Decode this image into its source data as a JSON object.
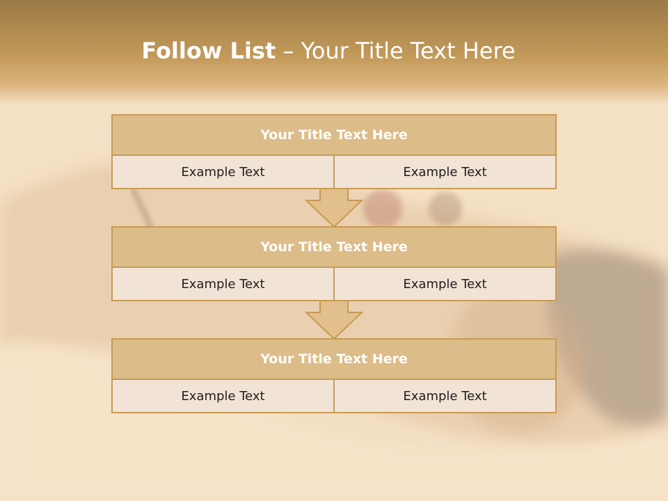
{
  "slide": {
    "title_bold": "Follow List",
    "title_rest": " – Your Title Text Here"
  },
  "blocks": [
    {
      "title": "Your Title Text Here",
      "left": "Example Text",
      "right": "Example Text"
    },
    {
      "title": "Your Title Text Here",
      "left": "Example Text",
      "right": "Example Text"
    },
    {
      "title": "Your Title Text Here",
      "left": "Example Text",
      "right": "Example Text"
    }
  ],
  "colors": {
    "accent": "#c79a55",
    "header_fill": "#dcbc88",
    "cell_fill": "#f1e4d6",
    "title_band": "#c39a5a"
  }
}
